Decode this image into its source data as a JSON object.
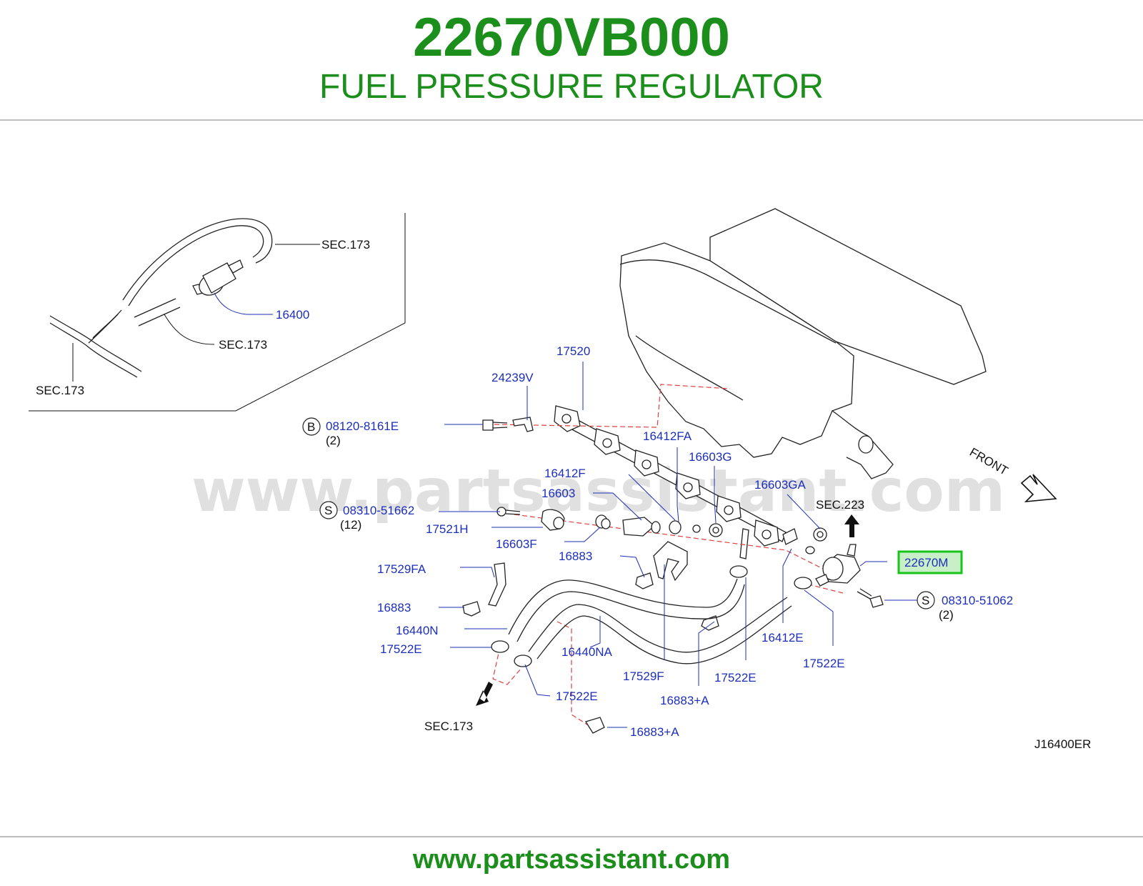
{
  "header": {
    "part_number": "22670VB000",
    "part_name": "FUEL PRESSURE REGULATOR"
  },
  "footer": {
    "url": "www.partsassistant.com"
  },
  "watermark": "www.partsassistant.com",
  "colors": {
    "brand_green": "#1b8e1b",
    "callout_blue": "#1d2fb8",
    "highlight_green": "#19c419",
    "leader_red": "#e04040"
  },
  "inset": {
    "labels": [
      "SEC.173",
      "16400",
      "SEC.173",
      "SEC.173"
    ]
  },
  "callouts": {
    "c17520": "17520",
    "c24239v": "24239V",
    "c08120": "08120-8161E",
    "c08120_qty": "(2)",
    "c16412fa": "16412FA",
    "c16603g": "16603G",
    "c16412f": "16412F",
    "c16603": "16603",
    "c16603ga": "16603GA",
    "c08310a": "08310-51662",
    "c08310a_qty": "(12)",
    "c17521h": "17521H",
    "c16603f": "16603F",
    "c16883a": "16883",
    "c17529fa": "17529FA",
    "c16883b": "16883",
    "c16440n": "16440N",
    "c17522e_a": "17522E",
    "c16440na": "16440NA",
    "c17522e_b": "17522E",
    "c17529f": "17529F",
    "c16883pa_a": "16883+A",
    "c17522e_c": "17522E",
    "c16412e": "16412E",
    "c17522e_d": "17522E",
    "c08310b": "08310-51062",
    "c08310b_qty": "(2)",
    "c16883pa_b": "16883+A",
    "highlight": "22670M"
  },
  "markers": {
    "bolt": "B",
    "screw": "S"
  },
  "refs": {
    "sec223": "SEC.223",
    "sec173_bottom": "SEC.173",
    "front": "FRONT",
    "drawing_code": "J16400ER"
  }
}
